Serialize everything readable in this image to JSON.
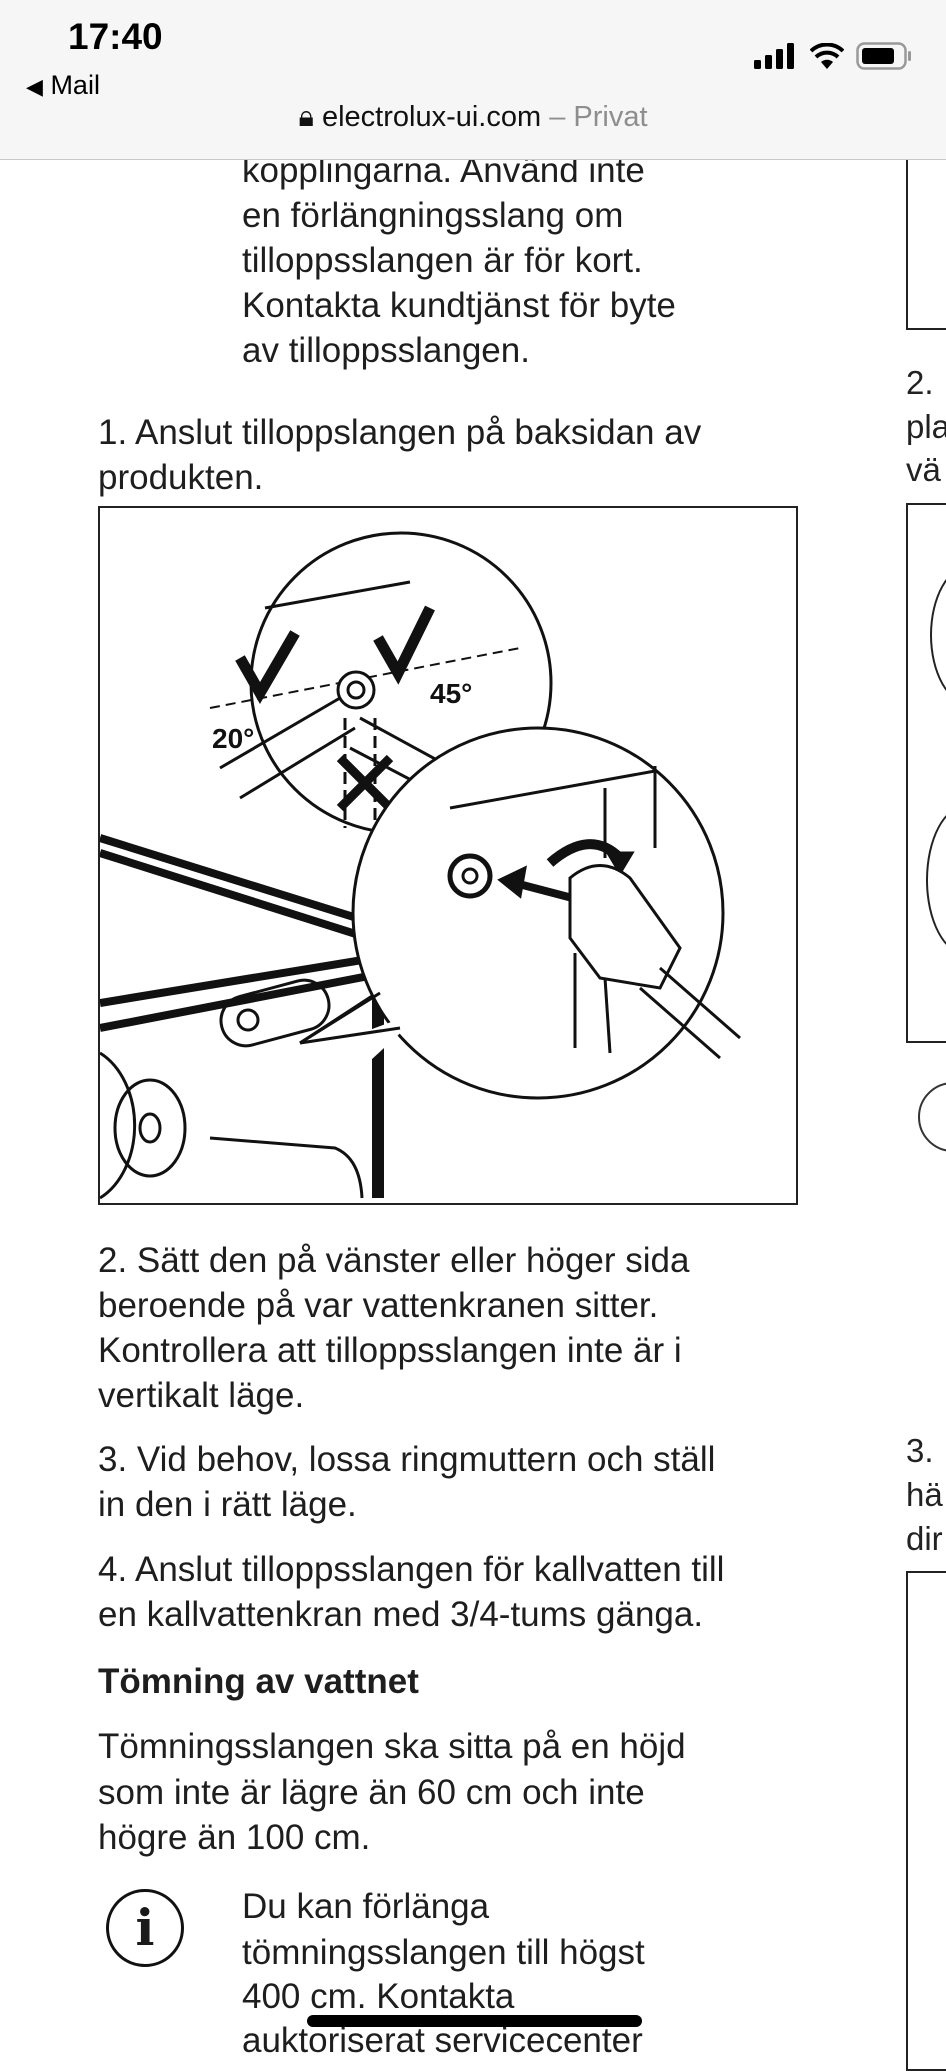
{
  "status_bar": {
    "time": "17:40",
    "back_label": "Mail"
  },
  "address_bar": {
    "domain": "electrolux-ui.com",
    "mode": " – Privat"
  },
  "intro_lines": [
    "kopplingarna. Använd inte",
    "en förlängningsslang om",
    "tilloppsslangen är för kort.",
    "Kontakta kundtjänst för byte",
    "av tilloppsslangen."
  ],
  "step1": [
    "1. Anslut tilloppslangen på baksidan av",
    "produkten."
  ],
  "figure": {
    "angle_left": "20°",
    "angle_right": "45°"
  },
  "step2": [
    "2. Sätt den på vänster eller höger sida",
    "beroende på var vattenkranen sitter.",
    "Kontrollera att tilloppsslangen inte är i",
    "vertikalt läge."
  ],
  "step3": [
    "3. Vid behov, lossa ringmuttern och ställ",
    "in den i rätt läge."
  ],
  "step4": [
    "4. Anslut tilloppsslangen för kallvatten till",
    "en kallvattenkran med 3/4-tums gänga."
  ],
  "heading": "Tömning av vattnet",
  "drain_para": [
    "Tömningsslangen ska sitta på en höjd",
    "som inte är lägre än 60 cm och inte",
    "högre än 100 cm."
  ],
  "info": {
    "icon_text": "i",
    "lines": [
      "Du kan förlänga",
      "tömningsslangen till högst",
      "400 cm. Kontakta",
      "auktoriserat servicecenter"
    ]
  },
  "right_column": {
    "step2": [
      "2.",
      "pla",
      "vä"
    ],
    "step3": [
      "3.",
      "hä",
      "dir"
    ]
  }
}
